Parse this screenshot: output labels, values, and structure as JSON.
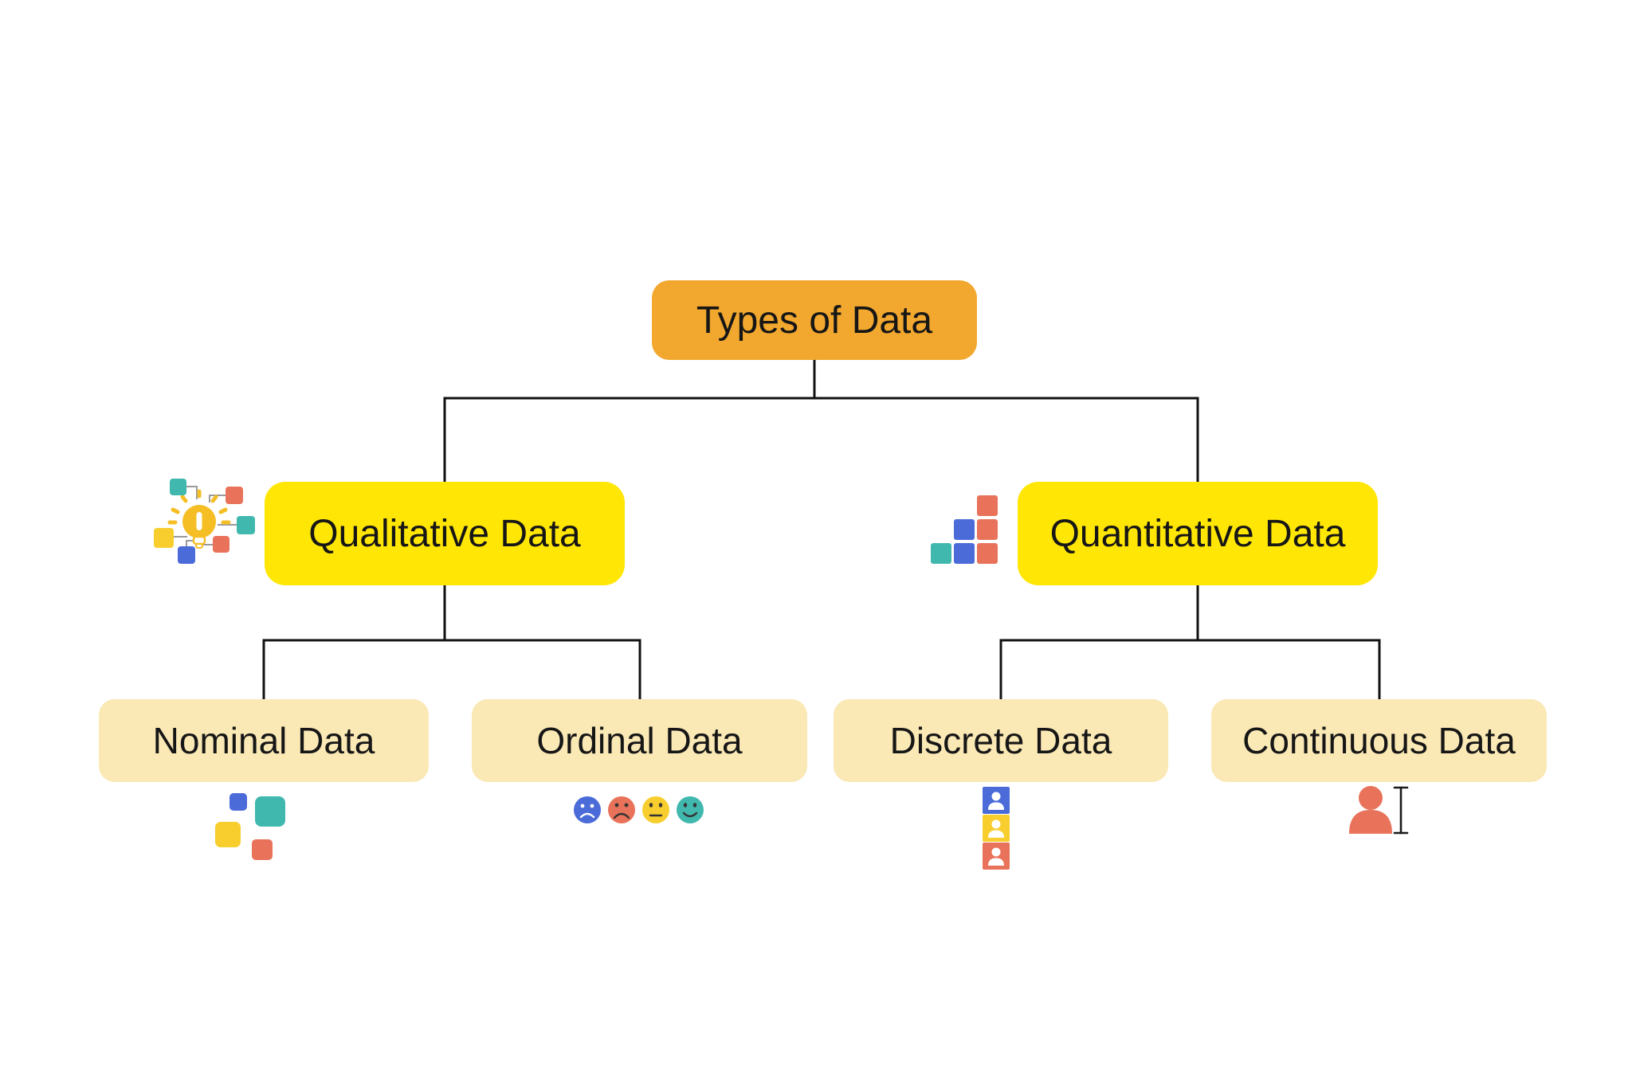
{
  "diagram": {
    "title": "Types of Data",
    "root": {
      "label": "Types of Data"
    },
    "level1": [
      {
        "id": "qualitative",
        "label": "Qualitative Data",
        "icon": "brainstorm-idea-icon"
      },
      {
        "id": "quantitative",
        "label": "Quantitative Data",
        "icon": "ascending-bar-chart-icon"
      }
    ],
    "level2": [
      {
        "id": "nominal",
        "parent": "qualitative",
        "label": "Nominal Data",
        "icon": "colored-squares-icon"
      },
      {
        "id": "ordinal",
        "parent": "qualitative",
        "label": "Ordinal Data",
        "icon": "emoji-rating-scale-icon"
      },
      {
        "id": "discrete",
        "parent": "quantitative",
        "label": "Discrete Data",
        "icon": "stacked-person-tiles-icon"
      },
      {
        "id": "continuous",
        "parent": "quantitative",
        "label": "Continuous Data",
        "icon": "person-height-measure-icon"
      }
    ],
    "colors": {
      "background": "#FFFFFF",
      "root_box": "#F2A72E",
      "level1_box": "#FFE605",
      "level2_box": "#FAE8B5",
      "text": "#161616",
      "connector_line": "#111111",
      "icon_teal": "#41B8AE",
      "icon_coral": "#E8735A",
      "icon_blue": "#4A6BD8",
      "icon_yellow": "#F8CE2E",
      "icon_amber": "#F5BE25",
      "icon_link_gray": "#9A9A9A"
    }
  }
}
